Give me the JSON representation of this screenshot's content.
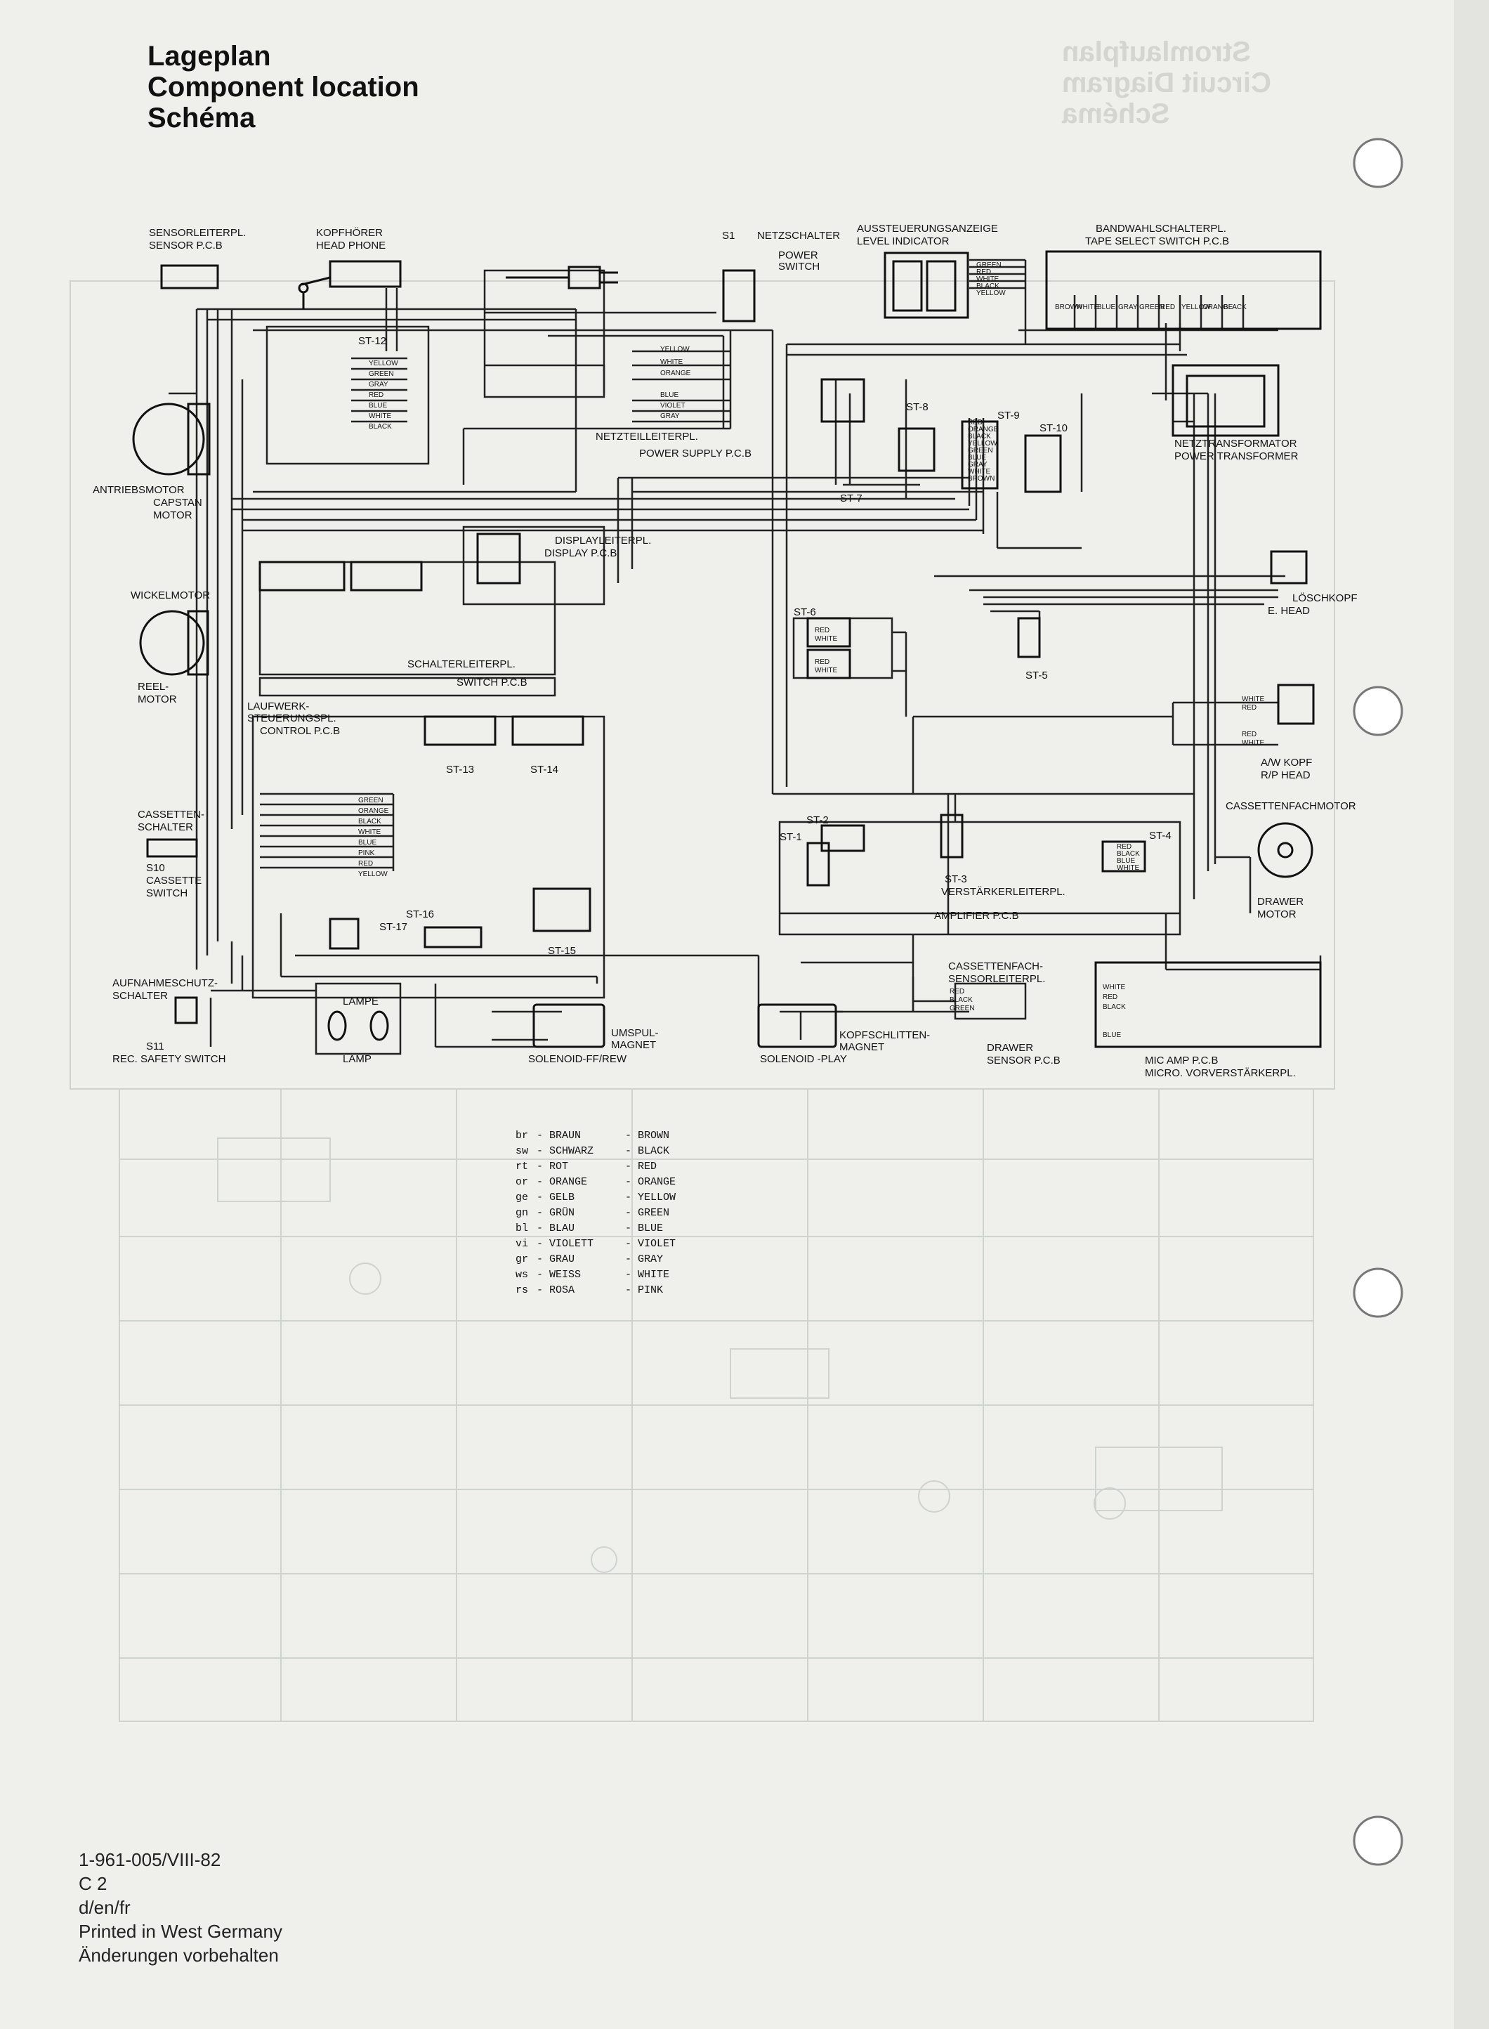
{
  "header": {
    "title_de": "Lageplan",
    "title_en": "Component location",
    "title_fr": "Schéma"
  },
  "ghost_header": {
    "line1": "Stromlaufplan",
    "line2": "Circuit Diagram",
    "line3": "Schéma"
  },
  "components": {
    "sensor_pcb": {
      "de": "SENSORLEITERPL.",
      "en": "SENSOR P.C.B"
    },
    "headphone": {
      "de": "KOPFHÖRER",
      "en": "HEAD PHONE"
    },
    "power_switch": {
      "ref": "S1",
      "de": "NETZSCHALTER",
      "en1": "POWER",
      "en2": "SWITCH"
    },
    "level_indicator": {
      "de": "AUSSTEUERUNGSANZEIGE",
      "en": "LEVEL INDICATOR"
    },
    "tape_select": {
      "de": "BANDWAHLSCHALTERPL.",
      "en": "TAPE SELECT SWITCH P.C.B"
    },
    "power_supply": {
      "de": "NETZTEILLEITERPL.",
      "en": "POWER SUPPLY P.C.B"
    },
    "transformer": {
      "de": "NETZTRANSFORMATOR",
      "en": "POWER TRANSFORMER"
    },
    "capstan": {
      "de": "ANTRIEBSMOTOR",
      "en1": "CAPSTAN",
      "en2": "MOTOR"
    },
    "reel": {
      "de": "WICKELMOTOR",
      "en1": "REEL-",
      "en2": "MOTOR"
    },
    "display_pcb": {
      "de": "DISPLAYLEITERPL.",
      "en": "DISPLAY P.C.B"
    },
    "switch_pcb": {
      "de": "SCHALTERLEITERPL.",
      "en": "SWITCH P.C.B"
    },
    "erase_head": {
      "de": "LÖSCHKOPF",
      "en": "E. HEAD"
    },
    "control_pcb": {
      "de1": "LAUFWERK-",
      "de2": "STEUERUNGSPL.",
      "en": "CONTROL P.C.B"
    },
    "rp_head": {
      "de": "A/W KOPF",
      "en": "R/P HEAD"
    },
    "cassette_switch": {
      "de1": "CASSETTEN-",
      "de2": "SCHALTER",
      "ref": "S10",
      "en1": "CASSETTE",
      "en2": "SWITCH"
    },
    "drawer_motor": {
      "de": "CASSETTENFACHMOTOR",
      "en1": "DRAWER",
      "en2": "MOTOR"
    },
    "amplifier_pcb": {
      "de": "VERSTÄRKERLEITERPL.",
      "en": "AMPLIFIER P.C.B"
    },
    "rec_safety": {
      "de1": "AUFNAHMESCHUTZ-",
      "de2": "SCHALTER",
      "ref": "S11",
      "en": "REC. SAFETY SWITCH"
    },
    "lamp": {
      "de": "LAMPE",
      "en": "LAMP"
    },
    "solenoid_ff": {
      "de1": "UMSPUL-",
      "de2": "MAGNET",
      "en": "SOLENOID-FF/REW"
    },
    "solenoid_play": {
      "de1": "KOPFSCHLITTEN-",
      "de2": "MAGNET",
      "en": "SOLENOID -PLAY"
    },
    "drawer_sensor": {
      "de1": "CASSETTENFACH-",
      "de2": "SENSORLEITERPL.",
      "en1": "DRAWER",
      "en2": "SENSOR P.C.B"
    },
    "mic_amp": {
      "en": "MIC AMP P.C.B",
      "de": "MICRO. VORVERSTÄRKERPL."
    }
  },
  "connectors": [
    "ST-1",
    "ST-2",
    "ST-3",
    "ST-4",
    "ST-5",
    "ST-6",
    "ST-7",
    "ST-8",
    "ST-9",
    "ST-10",
    "ST-12",
    "ST-13",
    "ST-14",
    "ST-15",
    "ST-16",
    "ST-17"
  ],
  "wire_labels": {
    "power_supply_bundle": [
      "YELLOW",
      "WHITE",
      "ORANGE",
      "BLUE",
      "VIOLET",
      "GRAY"
    ],
    "st9_bundle": [
      "RED",
      "ORANGE",
      "BLACK",
      "YELLOW",
      "GREEN",
      "BLUE",
      "GRAY",
      "WHITE",
      "BROWN"
    ],
    "headphone_bundle": [
      "YELLOW",
      "GREEN",
      "GRAY",
      "RED",
      "BLUE",
      "WHITE",
      "BLACK"
    ],
    "level_bundle": [
      "GREEN",
      "RED",
      "WHITE",
      "BLACK",
      "YELLOW"
    ],
    "tape_select_bundle": [
      "BROWN",
      "WHITE",
      "BLUE",
      "GRAY",
      "GREEN",
      "RED",
      "YELLOW",
      "ORANGE",
      "BLACK"
    ],
    "control_bundle": [
      "GREEN",
      "ORANGE",
      "BLACK",
      "WHITE",
      "BLUE",
      "PINK",
      "RED",
      "YELLOW"
    ],
    "st6_bundle": [
      "RED",
      "WHITE",
      "RED",
      "WHITE"
    ],
    "st4_bundle": [
      "RED",
      "BLACK",
      "BLUE",
      "WHITE"
    ],
    "mic_bundle": [
      "WHITE",
      "RED",
      "BLACK",
      "BLUE"
    ],
    "drawer_sensor_bundle": [
      "RED",
      "BLACK",
      "GREEN"
    ],
    "rp_head_bundle": [
      "WHITE",
      "RED",
      "RED",
      "WHITE"
    ]
  },
  "color_legend": [
    {
      "abbr": "br",
      "de": "BRAUN",
      "en": "BROWN"
    },
    {
      "abbr": "sw",
      "de": "SCHWARZ",
      "en": "BLACK"
    },
    {
      "abbr": "rt",
      "de": "ROT",
      "en": "RED"
    },
    {
      "abbr": "or",
      "de": "ORANGE",
      "en": "ORANGE"
    },
    {
      "abbr": "ge",
      "de": "GELB",
      "en": "YELLOW"
    },
    {
      "abbr": "gn",
      "de": "GRÜN",
      "en": "GREEN"
    },
    {
      "abbr": "bl",
      "de": "BLAU",
      "en": "BLUE"
    },
    {
      "abbr": "vi",
      "de": "VIOLETT",
      "en": "VIOLET"
    },
    {
      "abbr": "gr",
      "de": "GRAU",
      "en": "GRAY"
    },
    {
      "abbr": "ws",
      "de": "WEISS",
      "en": "WHITE"
    },
    {
      "abbr": "rs",
      "de": "ROSA",
      "en": "PINK"
    }
  ],
  "footer": {
    "doc_no": "1-961-005/VIII-82",
    "code": "C 2",
    "languages": "d/en/fr",
    "printed": "Printed in West Germany",
    "note": "Änderungen vorbehalten"
  }
}
